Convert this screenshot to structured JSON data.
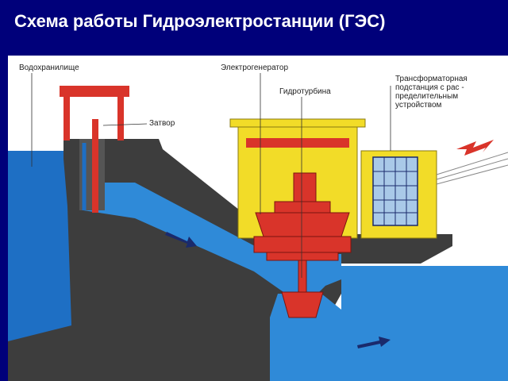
{
  "title": "Схема работы Гидроэлектростанции (ГЭС)",
  "labels": {
    "reservoir": "Водохранилище",
    "gate": "Затвор",
    "generator": "Электрогенератор",
    "turbine": "Гидротурбина",
    "transformer_line1": "Трансформаторная",
    "transformer_line2": "подстанция с рас -",
    "transformer_line3": "пределительным",
    "transformer_line4": "устройством"
  },
  "colors": {
    "background": "#00007a",
    "water": "#1e6fc4",
    "water_light": "#2f8ad8",
    "rock": "#3d3d3d",
    "building": "#f2dc28",
    "equipment_red": "#d9342a",
    "arrow": "#1a2a6c"
  }
}
